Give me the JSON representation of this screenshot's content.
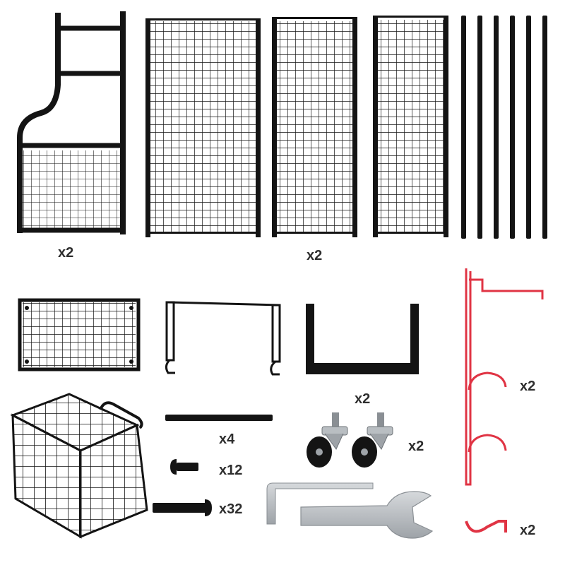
{
  "colors": {
    "frame": "#141414",
    "hook": "#e03444",
    "tool": "#b9bec2",
    "tool_edge": "#8a8f94",
    "label": "#2e2e2e",
    "background": "#ffffff"
  },
  "quantities": {
    "side_frame": "x2",
    "mesh_panels": "x2",
    "hook_rack": "x2",
    "u_bracket": "x2",
    "rod": "x4",
    "casters": "x2",
    "small_bolt": "x12",
    "long_bolt": "x32",
    "small_hook": "x2"
  }
}
